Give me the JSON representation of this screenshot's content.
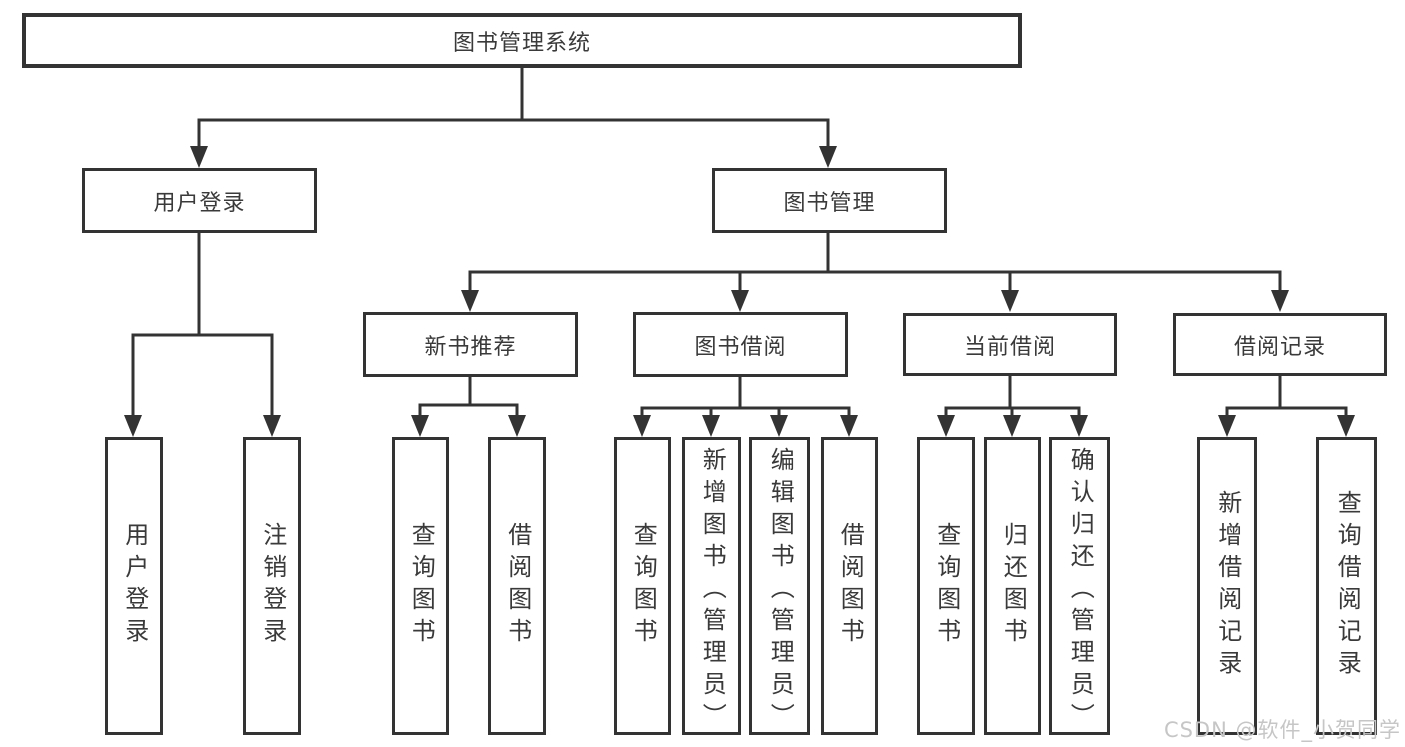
{
  "diagram": {
    "type": "hierarchy-tree",
    "root": {
      "label": "图书管理系统"
    },
    "branches": {
      "user_login": {
        "label": "用户登录",
        "children": {
          "login": "用户登录",
          "logout": "注销登录"
        }
      },
      "book_management": {
        "label": "图书管理",
        "children": {
          "new_book_recommend": {
            "label": "新书推荐",
            "children": {
              "query_books": "查询图书",
              "borrow_books": "借阅图书"
            }
          },
          "book_borrowing": {
            "label": "图书借阅",
            "children": {
              "query_books": "查询图书",
              "add_books": "新增图书（管理员）",
              "edit_books": "编辑图书（管理员）",
              "borrow_books": "借阅图书"
            }
          },
          "current_borrowing": {
            "label": "当前借阅",
            "children": {
              "query_books": "查询图书",
              "return_books": "归还图书",
              "confirm_return": "确认归还（管理员）"
            }
          },
          "borrowing_records": {
            "label": "借阅记录",
            "children": {
              "add_record": "新增借阅记录",
              "query_record": "查询借阅记录"
            }
          }
        }
      }
    }
  },
  "watermark": {
    "text": "CSDN @软件_小贺同学"
  },
  "colors": {
    "line": "#333333",
    "text": "#3a3a3a",
    "background": "#ffffff",
    "watermark": "#c6c6c6"
  }
}
